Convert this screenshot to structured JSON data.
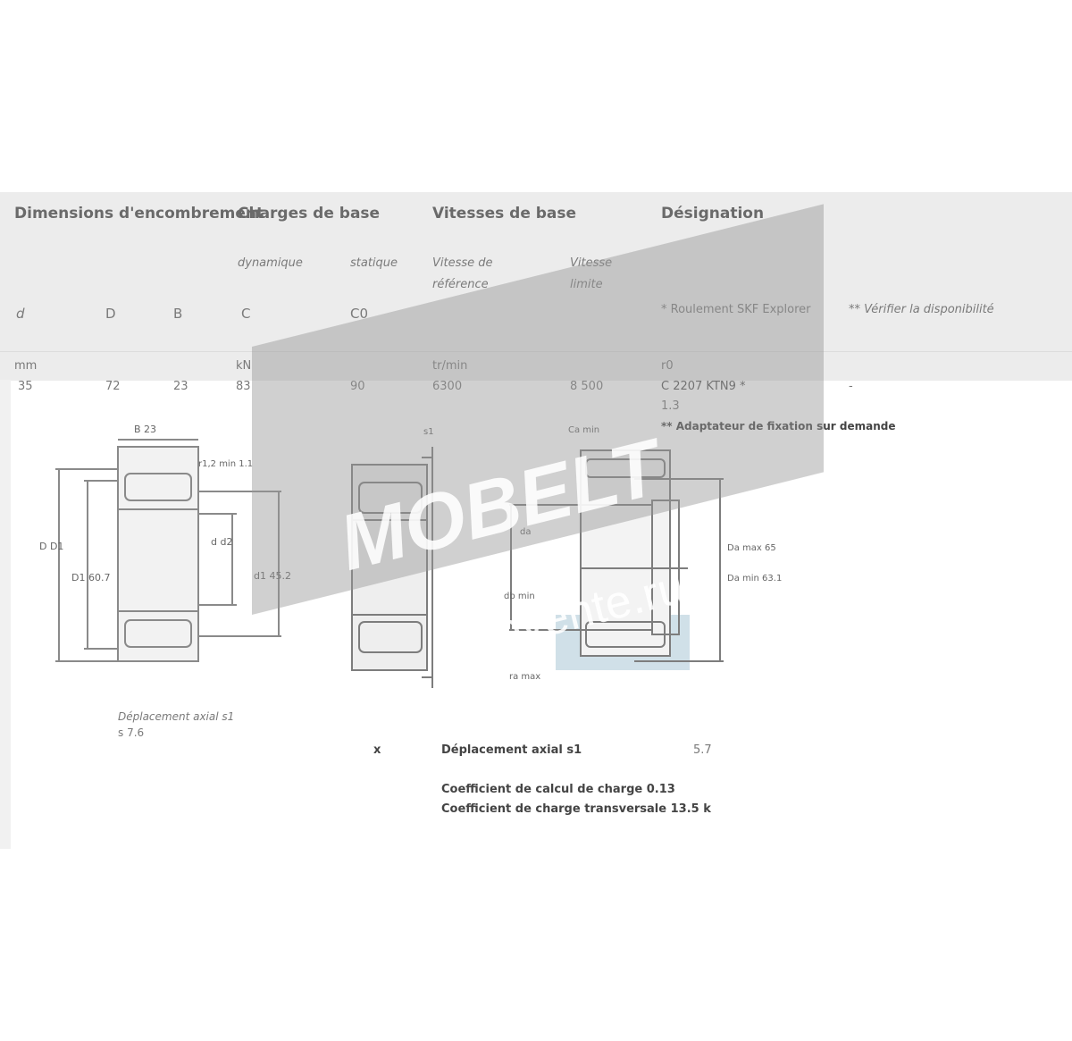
{
  "table": {
    "groups": [
      {
        "label": "Dimensions d'encombrement"
      },
      {
        "label": "Charges de base"
      },
      {
        "label": "Vitesses de base"
      },
      {
        "label": "Désignation"
      }
    ],
    "subheaders": {
      "dynamic": "dynamique",
      "static": "statique",
      "ref_speed": "Vitesse de référence",
      "limit_speed": "Vitesse limite",
      "note1": "* Roulement SKF Explorer",
      "note2": "** Vérifier la disponibilité"
    },
    "columns": [
      "d",
      "D",
      "B",
      "C",
      "C0",
      "",
      "",
      ""
    ],
    "units": {
      "mm": "mm",
      "kN": "kN",
      "rpm": "tr/min",
      "other": "r0"
    },
    "row": {
      "d": "35",
      "D": "72",
      "B": "23",
      "C": "83",
      "C0": "90",
      "ref_speed": "6300",
      "limit_speed": "8 500",
      "designation": "C 2207 KTN9 *",
      "designation_extra": "-"
    },
    "extra_lines": [
      "1.3",
      "** Adaptateur de fixation sur demande"
    ]
  },
  "drawing": {
    "fig1": {
      "top_dim": "B 23",
      "tr": "r1,2 min 1.1",
      "left": "D  D1",
      "left2": "D1 60.7",
      "mid": "d  d2",
      "right": "d1 45.2",
      "caption1": "Déplacement axial s1",
      "caption2": "s 7.6"
    },
    "fig2": {
      "top": "s1"
    },
    "fig3": {
      "top": "Ca min",
      "da": "da",
      "Da_max": "Da max  65",
      "Da_min": "Da min  63.1",
      "ra": "ra max",
      "db": "db min"
    }
  },
  "footer": {
    "marker": "x",
    "axial": "Déplacement axial s1",
    "axial_value": "5.7",
    "calc1": "Coefficient de calcul de charge 0.13",
    "calc2": "Coefficient de charge transversale 13.5 k"
  },
  "watermark": {
    "brand": "MOBELT",
    "site": "movente.ru",
    "color": "#969696"
  }
}
